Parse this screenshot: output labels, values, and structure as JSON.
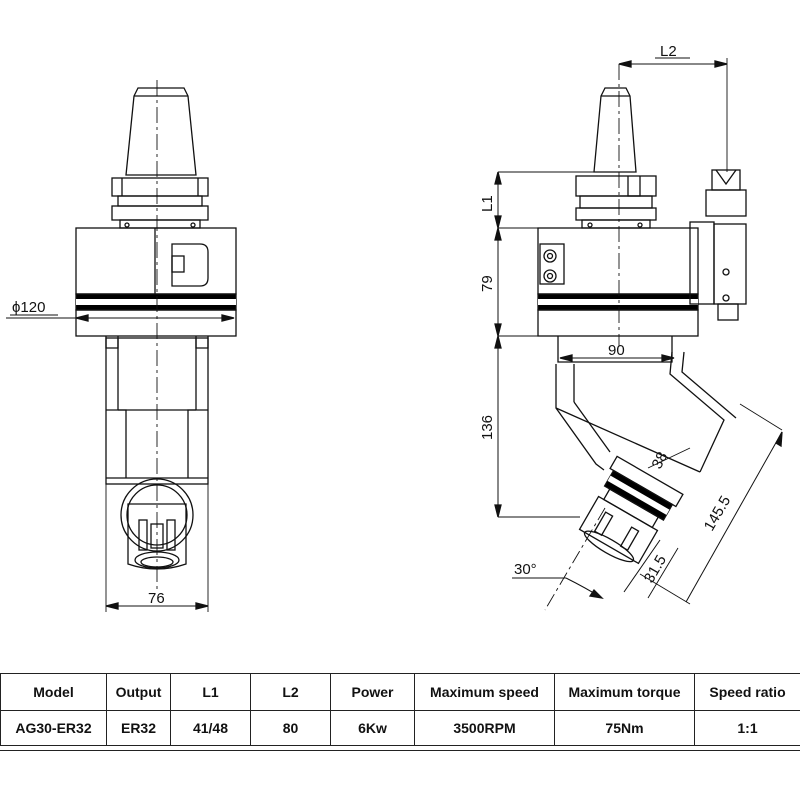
{
  "dimensions": {
    "diameter": "ϕ120",
    "width_left": "76",
    "l2": "L2",
    "l1": "L1",
    "h79": "79",
    "w90": "90",
    "h136": "136",
    "d38": "38",
    "d145": "145.5",
    "d31": "31.5",
    "angle": "30°"
  },
  "spec_table": {
    "headers": [
      "Model",
      "Output",
      "L1",
      "L2",
      "Power",
      "Maximum speed",
      "Maximum torque",
      "Speed ratio"
    ],
    "row": [
      "AG30-ER32",
      "ER32",
      "41/48",
      "80",
      "6Kw",
      "3500RPM",
      "75Nm",
      "1:1"
    ]
  }
}
